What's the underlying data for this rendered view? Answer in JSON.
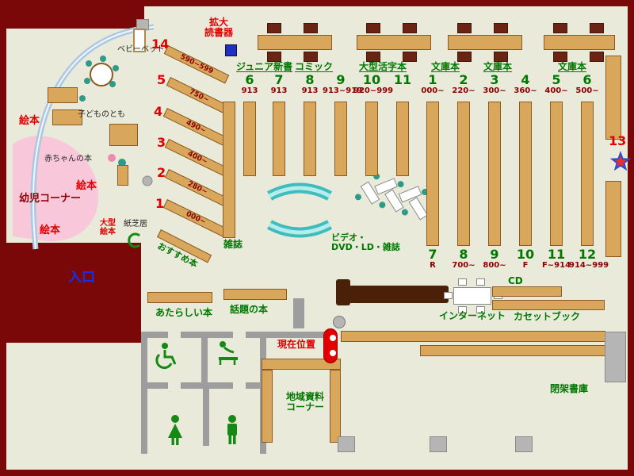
{
  "entrance": "入口",
  "magnifier": "拡大\n読書器",
  "children": {
    "corner": "幼児コーナー",
    "ehon_a": "絵本",
    "ehon_b": "絵本",
    "ehon_c": "絵本",
    "baby_books": "赤ちゃんの本",
    "kodomono_tomo": "子どものとも",
    "baby_bed": "ベビーベッド",
    "big_picture_books": "大型\n絵本",
    "kamishibai": "紙芝居"
  },
  "diagonal": [
    {
      "num": "14",
      "range": "590~599"
    },
    {
      "num": "5",
      "range": "750~"
    },
    {
      "num": "4",
      "range": "490~"
    },
    {
      "num": "3",
      "range": "400~"
    },
    {
      "num": "2",
      "range": "280~"
    },
    {
      "num": "1",
      "range": "000~"
    }
  ],
  "recommend": "おすすめ本",
  "categories": [
    "ジュニア新書",
    "コミック",
    "大型活字本",
    "文庫本",
    "文庫本",
    "文庫本"
  ],
  "cols_top": [
    {
      "num": "6",
      "range": "913"
    },
    {
      "num": "7",
      "range": "913"
    },
    {
      "num": "8",
      "range": "913"
    },
    {
      "num": "9",
      "range": "913~919"
    },
    {
      "num": "10",
      "range": "920~999"
    },
    {
      "num": "11",
      "range": ""
    },
    {
      "num": "1",
      "range": "000~"
    },
    {
      "num": "2",
      "range": "220~"
    },
    {
      "num": "3",
      "range": "300~"
    },
    {
      "num": "4",
      "range": "360~"
    },
    {
      "num": "5",
      "range": "400~"
    },
    {
      "num": "6",
      "range": "500~"
    }
  ],
  "cols_bottom": [
    {
      "num": "7",
      "range": "R"
    },
    {
      "num": "8",
      "range": "700~"
    },
    {
      "num": "9",
      "range": "800~"
    },
    {
      "num": "10",
      "range": "F"
    },
    {
      "num": "11",
      "range": "F~914"
    },
    {
      "num": "12",
      "range": "914~999"
    }
  ],
  "sec13": "13",
  "magazines": "雑誌",
  "video": "ビデオ・\nDVD・LD・雑誌",
  "new_books": "あたらしい本",
  "topic_books": "話題の本",
  "you_are_here": "現在位置",
  "internet": "インターネット",
  "cd": "CD",
  "cassette": "カセットブック",
  "local_docs": "地域資料\nコーナー",
  "closed_stacks": "閉架書庫",
  "colors": {
    "floor": "#eaeadb",
    "wall": "#7a0808",
    "shelf": "#d8a75c",
    "section_number_red": "#e00000",
    "label_green": "#007800",
    "entrance_blue": "#1133ee",
    "bench_cyan": "#3fbdbd",
    "carpet_pink": "#f8c7d9"
  }
}
